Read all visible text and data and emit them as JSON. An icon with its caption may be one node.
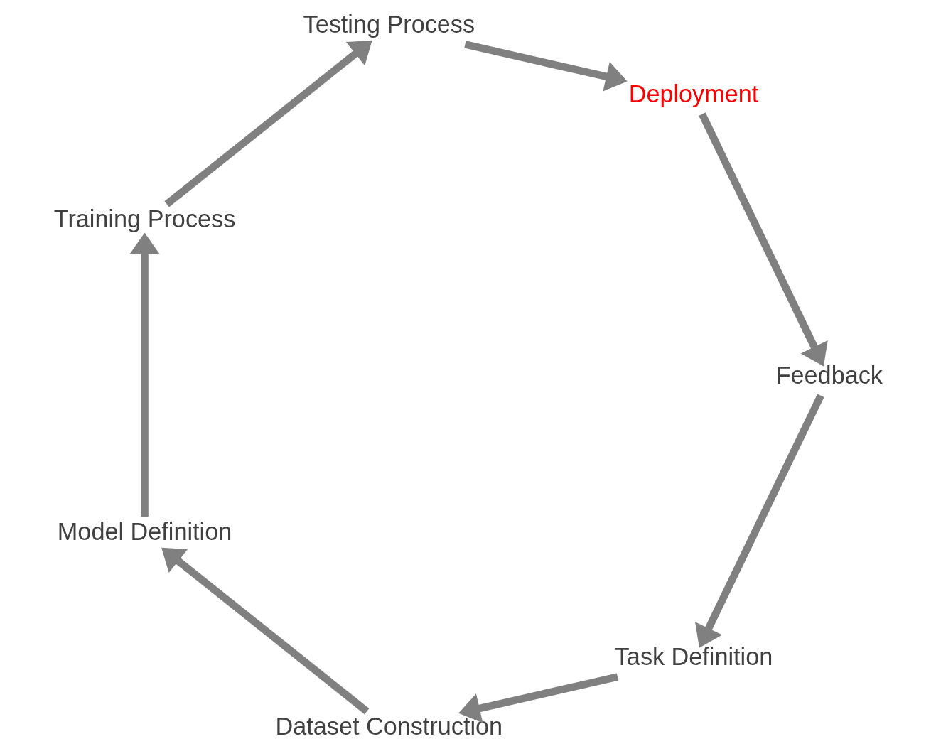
{
  "diagram": {
    "nodes": [
      {
        "text": [
          "Task Definition"
        ]
      },
      {
        "text": [
          "Dataset Construction"
        ]
      },
      {
        "text": [
          "Model Definition"
        ]
      },
      {
        "text": [
          "Training Process"
        ]
      },
      {
        "text": [
          "Testing Process"
        ]
      },
      {
        "text": [
          "Deployment"
        ]
      },
      {
        "text": [
          "Feedback"
        ]
      }
    ],
    "edges": [
      {
        "from": 0,
        "to": 1,
        "arrow": "to"
      },
      {
        "from": 1,
        "to": 2,
        "arrow": "to"
      },
      {
        "from": 2,
        "to": 3,
        "arrow": "to"
      },
      {
        "from": 3,
        "to": 4,
        "arrow": "to"
      },
      {
        "from": 4,
        "to": 5,
        "arrow": "to"
      },
      {
        "from": 5,
        "to": 6,
        "arrow": "to"
      },
      {
        "from": 6,
        "to": 0,
        "arrow": "to"
      }
    ]
  }
}
